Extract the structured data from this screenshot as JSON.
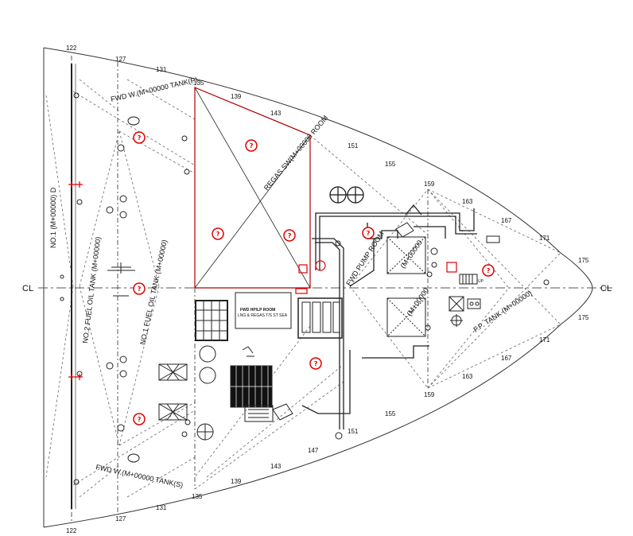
{
  "centerline": {
    "left": "CL",
    "right": "CL"
  },
  "frames": {
    "top": [
      "122",
      "127",
      "131",
      "135",
      "139",
      "143",
      "151",
      "155",
      "159",
      "163",
      "167",
      "171",
      "175"
    ],
    "bottom": [
      "122",
      "127",
      "131",
      "135",
      "139",
      "143",
      "147",
      "151",
      "155",
      "159",
      "163",
      "167",
      "171",
      "175"
    ]
  },
  "tank_labels": {
    "fwd_w_p": "FWD W.(M+00000 TANK(P)",
    "fwd_w_s": "FWD W.(M+00000 TANK(S)",
    "regas_room": "REGAS SW(M+00000 ROOM",
    "no1_fo_tank": "NO.1 FUEL OIL TANK (M+00000)",
    "no2_fo_tank": "NO.2 FUEL OIL TANK (M+00000)",
    "no1_tank_cl": "NO.1 (M+00000) D",
    "pump_room": "FWD PUMP ROOM",
    "tank_upper": "(M+00000",
    "tank_lower": "(M+00000",
    "fp_tank": "F.P. TANK (M+00000)",
    "hp_room": "FWD HP/LP ROOM",
    "hp_room_sub": "LNG & REGAS T/S ST SEA",
    "up_mark": "UP"
  },
  "symbols": {
    "unknown_mark": "?",
    "accent_red": "#e00000",
    "line_color": "#111111"
  }
}
